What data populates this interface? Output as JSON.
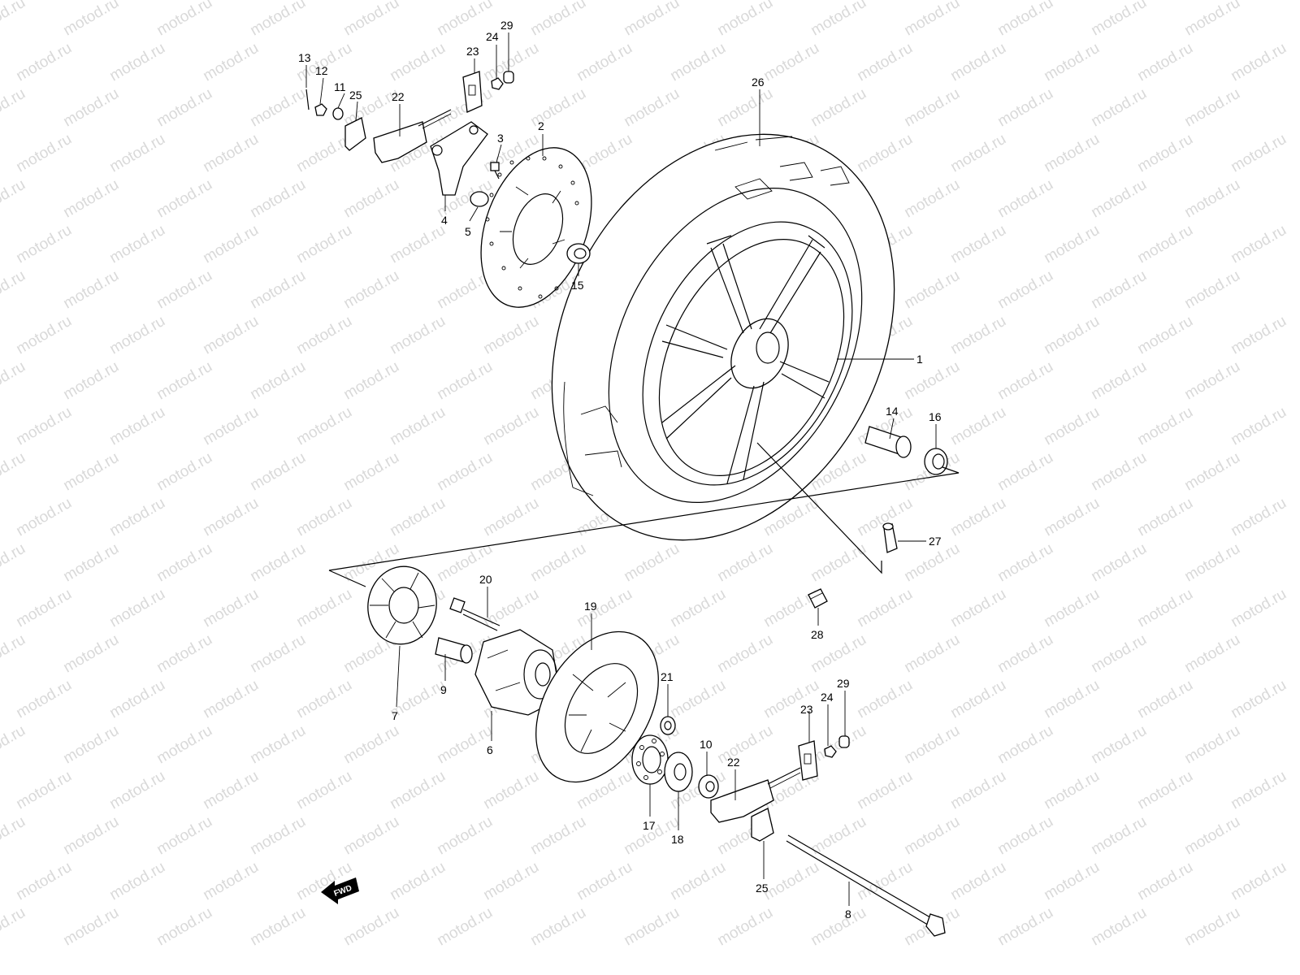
{
  "watermark": "motod.ru",
  "fwd_label": "FWD",
  "callouts": [
    {
      "id": "c1",
      "label": "1"
    },
    {
      "id": "c2",
      "label": "2"
    },
    {
      "id": "c3",
      "label": "3"
    },
    {
      "id": "c4",
      "label": "4"
    },
    {
      "id": "c5",
      "label": "5"
    },
    {
      "id": "c6",
      "label": "6"
    },
    {
      "id": "c7",
      "label": "7"
    },
    {
      "id": "c8",
      "label": "8"
    },
    {
      "id": "c9",
      "label": "9"
    },
    {
      "id": "c10",
      "label": "10"
    },
    {
      "id": "c11",
      "label": "11"
    },
    {
      "id": "c12",
      "label": "12"
    },
    {
      "id": "c13",
      "label": "13"
    },
    {
      "id": "c14",
      "label": "14"
    },
    {
      "id": "c15",
      "label": "15"
    },
    {
      "id": "c16",
      "label": "16"
    },
    {
      "id": "c17",
      "label": "17"
    },
    {
      "id": "c18",
      "label": "18"
    },
    {
      "id": "c19",
      "label": "19"
    },
    {
      "id": "c20",
      "label": "20"
    },
    {
      "id": "c21",
      "label": "21"
    },
    {
      "id": "c22a",
      "label": "22"
    },
    {
      "id": "c22b",
      "label": "22"
    },
    {
      "id": "c23a",
      "label": "23"
    },
    {
      "id": "c23b",
      "label": "23"
    },
    {
      "id": "c24a",
      "label": "24"
    },
    {
      "id": "c24b",
      "label": "24"
    },
    {
      "id": "c25a",
      "label": "25"
    },
    {
      "id": "c25b",
      "label": "25"
    },
    {
      "id": "c26",
      "label": "26"
    },
    {
      "id": "c27",
      "label": "27"
    },
    {
      "id": "c28",
      "label": "28"
    },
    {
      "id": "c29a",
      "label": "29"
    },
    {
      "id": "c29b",
      "label": "29"
    }
  ]
}
